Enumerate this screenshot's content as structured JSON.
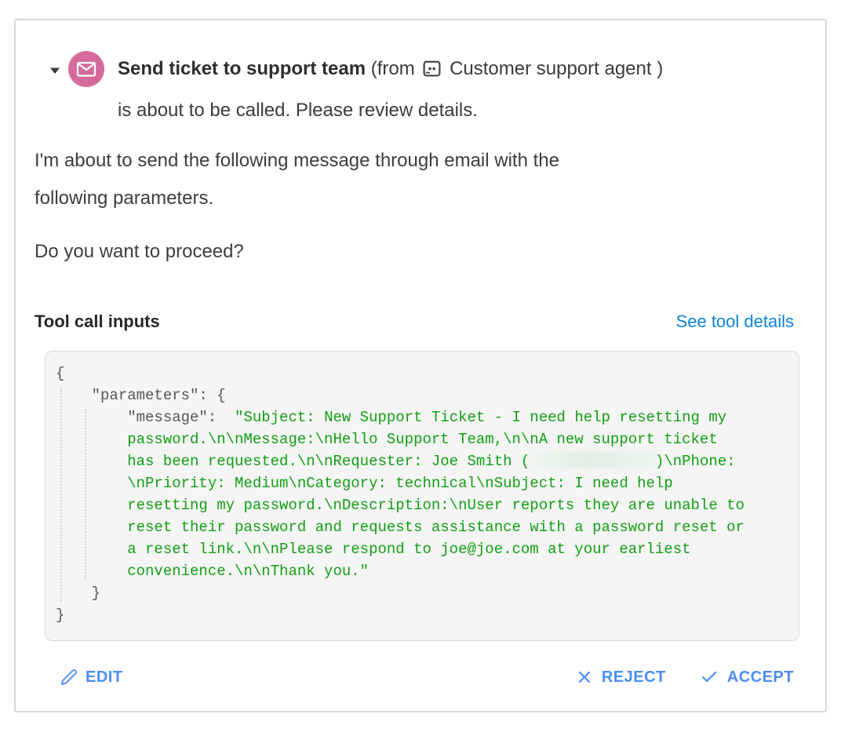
{
  "colors": {
    "accent_pink": "#d46b9c",
    "link_blue": "#0b82d6",
    "action_blue": "#4a8df6",
    "code_green": "#11a011",
    "code_key_gray": "#565656"
  },
  "header": {
    "tool_name": "Send ticket to support team",
    "from_prefix": "(from",
    "agent_name": "Customer support agent",
    "from_suffix": ")",
    "line2": "is about to be called. Please review details."
  },
  "body": {
    "para1_lines": [
      "I'm about to send the following message through email with the",
      "following parameters."
    ],
    "para2": "Do you want to proceed?"
  },
  "tool_inputs": {
    "title": "Tool call inputs",
    "link": "See tool details"
  },
  "code": {
    "lines": [
      [
        {
          "k": "{"
        }
      ],
      [
        {
          "k": "    \"parameters\": {"
        }
      ],
      [
        {
          "k": "        \"message\":  "
        },
        {
          "s": "\"Subject: New Support Ticket - I need help resetting my"
        }
      ],
      [
        {
          "s": "        password.\\n\\nMessage:\\nHello Support Team,\\n\\nA new support ticket"
        }
      ],
      [
        {
          "s": "        has been requested.\\n\\nRequester: Joe Smith ("
        },
        {
          "r": 14
        },
        {
          "s": ")\\nPhone:"
        }
      ],
      [
        {
          "s": "        \\nPriority: Medium\\nCategory: technical\\nSubject: I need help"
        }
      ],
      [
        {
          "s": "        resetting my password.\\nDescription:\\nUser reports they are unable to"
        }
      ],
      [
        {
          "s": "        reset their password and requests assistance with a password reset or"
        }
      ],
      [
        {
          "s": "        a reset link.\\n\\nPlease respond to joe@joe.com at your earliest"
        }
      ],
      [
        {
          "s": "        convenience.\\n\\nThank you.\""
        }
      ],
      [
        {
          "k": "    }"
        }
      ],
      [
        {
          "k": "}"
        }
      ]
    ]
  },
  "actions": {
    "edit": "EDIT",
    "reject": "REJECT",
    "accept": "ACCEPT"
  }
}
